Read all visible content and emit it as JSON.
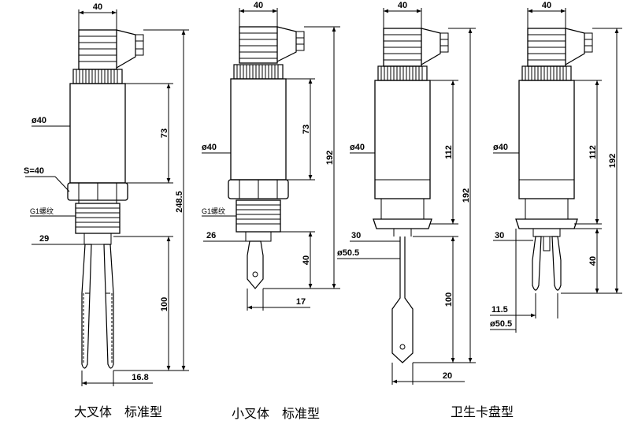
{
  "drawing": {
    "top_widths": [
      "40",
      "40",
      "40",
      "40"
    ],
    "diameter_label": "ø40",
    "diameter_clamp": "ø50.5",
    "hex_label": "S=40",
    "thread_label": "G1螺纹",
    "d1": {
      "neck": "29",
      "body": "73",
      "overall": "248.5",
      "fork": "100",
      "fork_width": "16.8"
    },
    "d2": {
      "neck": "26",
      "body": "73",
      "overall": "192",
      "fork": "40",
      "fork_width": "17"
    },
    "d3": {
      "neck": "30",
      "body": "112",
      "overall": "192",
      "fork": "100",
      "fork_width": "20"
    },
    "d4": {
      "neck": "30",
      "body": "112",
      "overall": "192",
      "fork": "40",
      "fork_gap": "11.5"
    }
  },
  "captions": {
    "large_fork": "大叉体　标准型",
    "small_fork": "小叉体　标准型",
    "sanitary": "卫生卡盘型"
  }
}
